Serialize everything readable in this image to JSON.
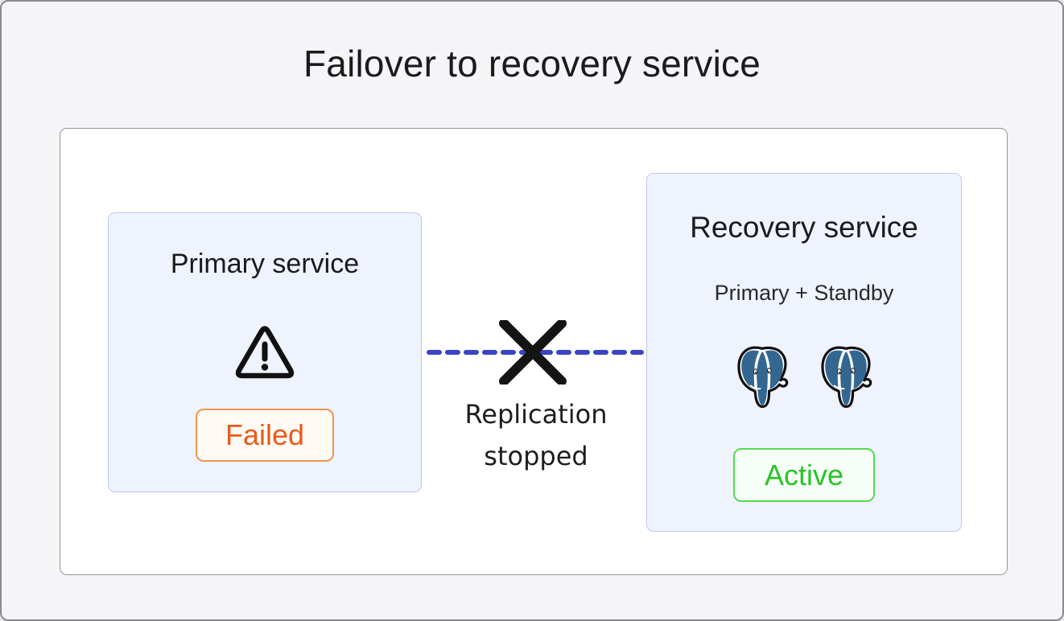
{
  "diagram": {
    "title": "Failover to recovery service",
    "primary_service": {
      "title": "Primary service",
      "status_label": "Failed",
      "icon": "warning-triangle-icon"
    },
    "connection": {
      "label": "Replication stopped",
      "style": "blue-dashed-line-with-black-cross"
    },
    "recovery_service": {
      "title": "Recovery service",
      "subtitle": "Primary + Standby",
      "status_label": "Active",
      "icons": [
        "postgresql-icon",
        "postgresql-icon"
      ]
    }
  },
  "colors": {
    "page-bg": "#F5F5F7",
    "page-border": "#8A8A8F",
    "canvas-bg": "#FFFFFF",
    "canvas-border": "#94949A",
    "node-bg": "#EFF3FD",
    "node-border": "#BAC7F0",
    "heading": "#1B1B1E",
    "failed-text": "#EA5A1B",
    "failed-border": "#F0944F",
    "failed-bg": "#FFFBF4",
    "active-text": "#27C427",
    "active-border": "#53DC53",
    "active-bg": "#F7FDF7",
    "replication-line": "#3A43C7",
    "cross": "#141414",
    "postgres-blue": "#336791"
  }
}
